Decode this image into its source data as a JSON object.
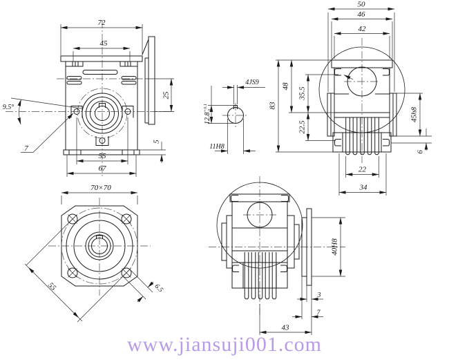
{
  "watermark": {
    "text": "www.jiansuji001.com",
    "color": "#b89be7"
  },
  "front_view": {
    "dim_width_overall": "72",
    "dim_width_inner": "45",
    "dim_center_distance": "25",
    "dim_base_thickness": "5",
    "dim_bolt_span": "55",
    "dim_base_width": "67",
    "dim_angle": "9.5°",
    "dim_ear_hole": "7"
  },
  "shaft_section": {
    "dim_key_width": "4JS9",
    "dim_key_depth": "12.8",
    "dim_key_depth_tol_upper": "+0.1",
    "dim_key_depth_tol_lower": "0",
    "dim_bore": "11H8"
  },
  "side_view": {
    "dim_width_hub": "50",
    "dim_width_plate": "46",
    "dim_width_body": "42",
    "dim_height_overall": "83",
    "dim_height_upper": "48",
    "dim_height_mid": "35.5",
    "dim_height_lower": "22.5",
    "dim_hub_diameter": "45h8",
    "dim_foot": "6",
    "dim_fin_span": "22",
    "dim_base_width": "34"
  },
  "flange_view": {
    "dim_square": "70×70",
    "dim_bolt_diagonal": "55",
    "dim_hole_diameter": "6.5"
  },
  "output_view": {
    "dim_spigot_bore": "40H8",
    "dim_plate_thickness": "3",
    "dim_spigot_length": "7",
    "dim_flange_offset": "43"
  }
}
